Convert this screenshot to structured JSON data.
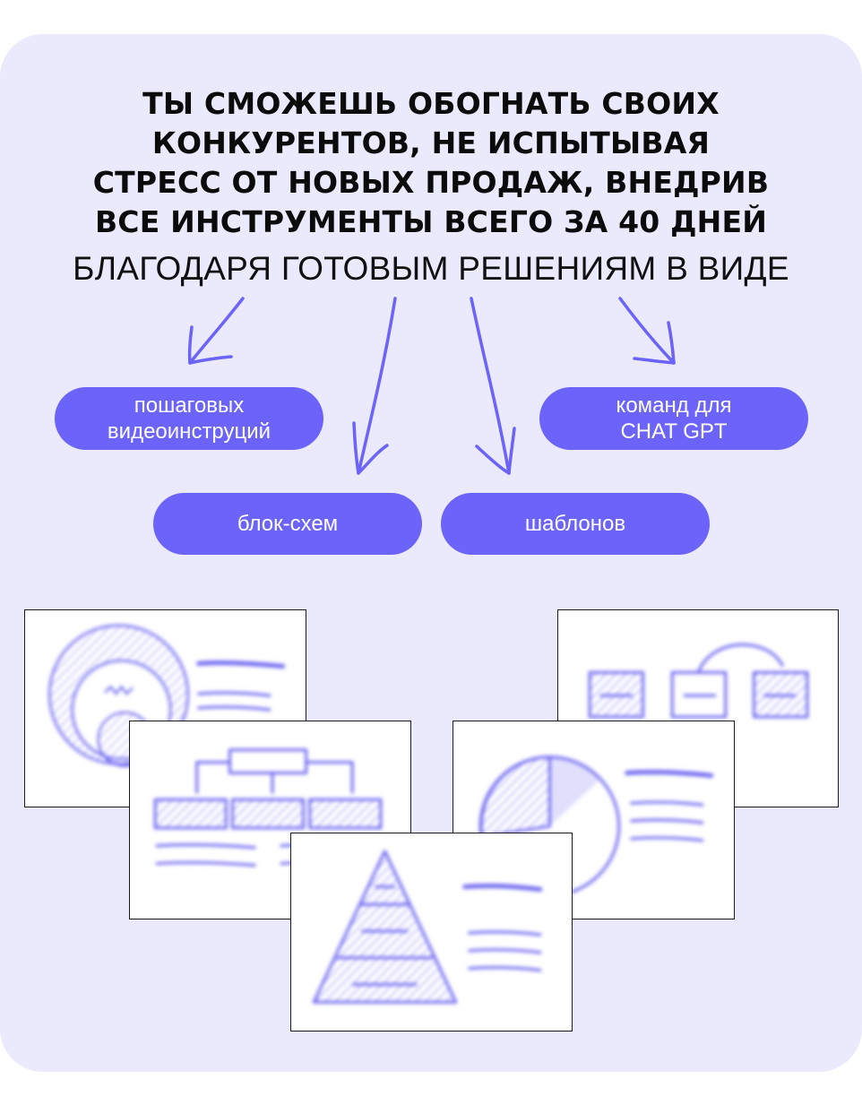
{
  "headline": {
    "line1": "ТЫ СМОЖЕШЬ ОБОГНАТЬ СВОИХ",
    "line2": "КОНКУРЕНТОВ, НЕ ИСПЫТЫВАЯ",
    "line3": "СТРЕСС ОТ НОВЫХ ПРОДАЖ, ВНЕДРИВ",
    "line4": "ВСЕ ИНСТРУМЕНТЫ ВСЕГО ЗА 40 ДНЕЙ"
  },
  "subline": "БЛАГОДАРЯ ГОТОВЫМ РЕШЕНИЯМ В ВИДЕ",
  "pills": {
    "video": "пошаговых\nвидеоинструций",
    "chatgpt": "команд для\nCHAT GPT",
    "flowcharts": "блок-схем",
    "templates": "шаблонов"
  },
  "colors": {
    "background": "#ebe9fc",
    "accent": "#6b63fa",
    "text": "#0b0b0b"
  },
  "thumbnails": [
    "concentric-circles-diagram",
    "process-flow-diagram",
    "hierarchy-flowchart",
    "pie-chart-diagram",
    "pyramid-diagram"
  ]
}
